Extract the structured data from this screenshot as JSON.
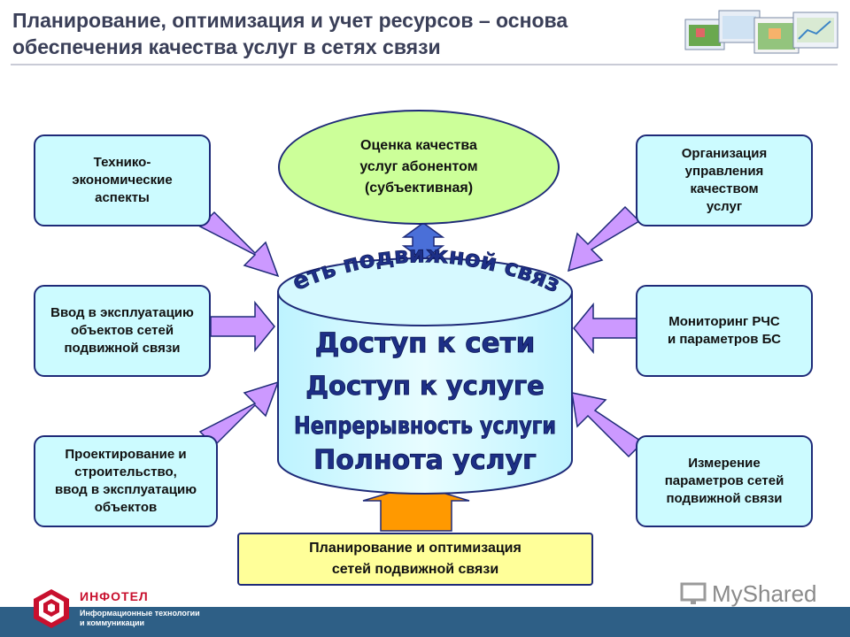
{
  "title": "Планирование, оптимизация и учет ресурсов – основа обеспечения качества услуг в сетях связи",
  "center": {
    "curved_label": "Сеть подвижной связи",
    "lines": [
      "Доступ к сети",
      "Доступ к услуге",
      "Непрерывность услуги",
      "Полнота услуг"
    ]
  },
  "top_ellipse": "Оценка качества\nуслуг абонентом\n(субъективная)",
  "left_boxes": [
    "Технико-\nэкономические\nаспекты",
    "Ввод в эксплуатацию\nобъектов сетей\nподвижной связи",
    "Проектирование и\nстроительство,\nввод в эксплуатацию\nобъектов"
  ],
  "right_boxes": [
    "Организация\nуправления\nкачеством\nуслуг",
    "Мониторинг РЧС\nи параметров БС",
    "Измерение\nпараметров сетей\nподвижной связи"
  ],
  "bottom_box": "Планирование и оптимизация\nсетей подвижной связи",
  "footer": {
    "brand": "ИНФОТЕЛ",
    "subtitle": "Информационные технологии\nи коммуникации"
  },
  "watermark": "MyShared",
  "colors": {
    "box_fill": "#ccfbff",
    "ellipse_fill": "#ccff99",
    "bottom_fill": "#ffff99",
    "arrow_fill": "#cc99ff",
    "up_arrow_fill": "#ff9900",
    "border": "#1e2a78",
    "footer_bar": "#2e5f86",
    "brand_red": "#c8102e"
  }
}
